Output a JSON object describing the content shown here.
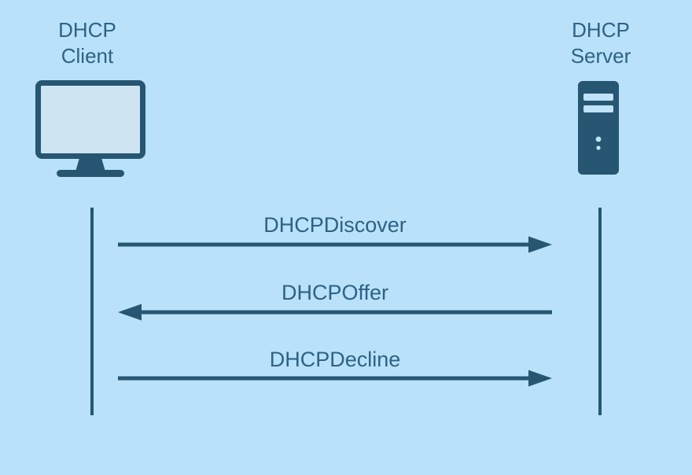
{
  "diagram": {
    "entities": {
      "client": {
        "label": "DHCP\nClient",
        "icon": "monitor-icon"
      },
      "server": {
        "label": "DHCP\nServer",
        "icon": "server-tower-icon"
      }
    },
    "messages": [
      {
        "label": "DHCPDiscover",
        "from": "client",
        "to": "server",
        "direction": "right"
      },
      {
        "label": "DHCPOffer",
        "from": "server",
        "to": "client",
        "direction": "left"
      },
      {
        "label": "DHCPDecline",
        "from": "client",
        "to": "server",
        "direction": "right"
      }
    ],
    "colors": {
      "background": "#b9e1fa",
      "shape": "#265672",
      "text": "#2e6284",
      "monitor_screen_fill": "#cfe4f1",
      "server_slot_fill": "#bfe3fa"
    }
  }
}
